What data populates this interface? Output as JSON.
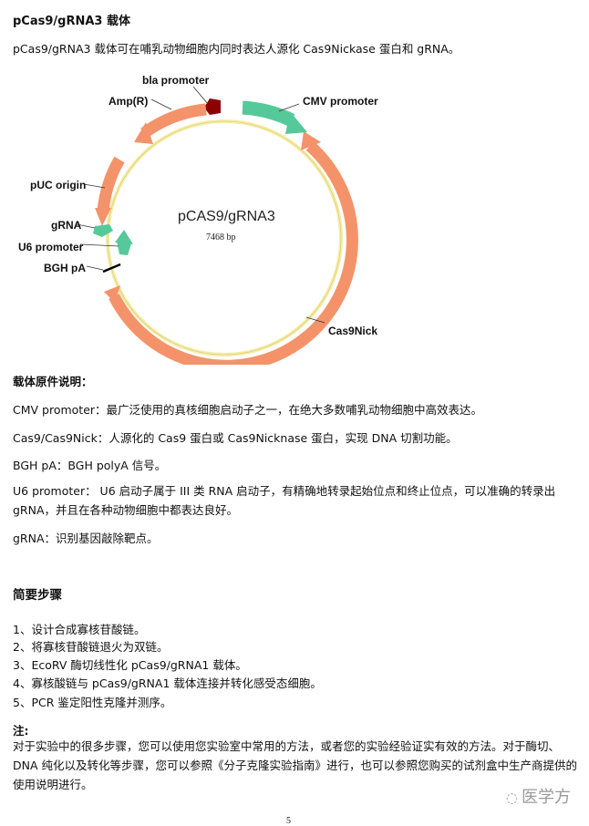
{
  "header": {
    "title": "pCas9/gRNA3 载体",
    "intro": "pCas9/gRNA3 载体可在哺乳动物细胞内同时表达人源化 Cas9Nickase 蛋白和 gRNA。"
  },
  "plasmid_map": {
    "name": "pCAS9/gRNA3",
    "size": "7468 bp",
    "features": {
      "bla_promoter": "bla promoter",
      "ampr": "Amp(R)",
      "cmv_promoter": "CMV promoter",
      "puc_origin": "pUC origin",
      "grna": "gRNA",
      "u6_promoter": "U6 promoter",
      "bgh_pa": "BGH pA",
      "cas9nick": "Cas9Nick"
    },
    "colors": {
      "orange": "#f4936a",
      "green": "#55c99a",
      "dark_red": "#8b0000",
      "backbone": "#f5eca8"
    }
  },
  "components": {
    "heading": "载体原件说明：",
    "items": [
      "CMV promoter：最广泛使用的真核细胞启动子之一，在绝大多数哺乳动物细胞中高效表达。",
      "Cas9/Cas9Nick：人源化的 Cas9 蛋白或 Cas9Nicknase 蛋白，实现 DNA 切割功能。",
      "BGH pA：BGH polyA 信号。",
      "U6 promoter：  U6 启动子属于 III 类 RNA 启动子，有精确地转录起始位点和终止位点，可以准确的转录出 gRNA，并且在各种动物细胞中都表达良好。",
      "gRNA：识别基因敲除靶点。"
    ]
  },
  "steps": {
    "heading": "简要步骤",
    "items": [
      "1、设计合成寡核苷酸链。",
      "2、将寡核苷酸链退火为双链。",
      "3、EcoRV 酶切线性化  pCas9/gRNA1 载体。",
      "4、寡核酸链与 pCas9/gRNA1 载体连接并转化感受态细胞。",
      "5、PCR 鉴定阳性克隆并测序。"
    ]
  },
  "note": {
    "heading": "注:",
    "text": "对于实验中的很多步骤，您可以使用您实验室中常用的方法，或者您的实验经验证实有效的方法。对于酶切、DNA 纯化以及转化等步骤，您可以参照《分子克隆实验指南》进行，也可以参照您购买的试剂盒中生产商提供的使用说明进行。"
  },
  "watermark": "医学方",
  "page_number": "5"
}
